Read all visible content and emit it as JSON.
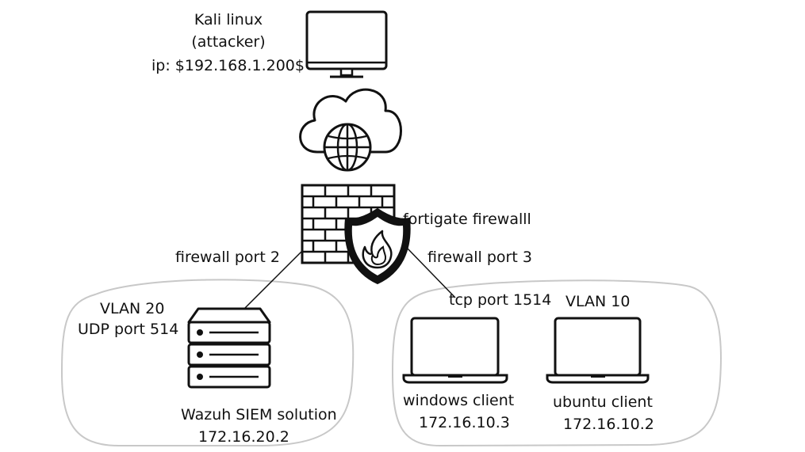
{
  "attacker": {
    "line1": "Kali linux",
    "line2": "(attacker)",
    "line3": "ip: $192.168.1.200$"
  },
  "firewall": {
    "name": "fortigate firewalll",
    "port_left": "firewall port 2",
    "port_right": "firewall port 3"
  },
  "vlan20": {
    "vlan": "VLAN 20",
    "protocol": "UDP port 514",
    "server_name": "Wazuh SIEM solution",
    "server_ip": "172.16.20.2"
  },
  "vlan10": {
    "protocol": "tcp port 1514",
    "vlan": "VLAN 10",
    "client1_name": "windows client",
    "client1_ip": "172.16.10.3",
    "client2_name": "ubuntu client",
    "client2_ip": "172.16.10.2"
  },
  "colors": {
    "line": "#111111",
    "zone_border": "#c8c8c8",
    "background": "#ffffff"
  }
}
